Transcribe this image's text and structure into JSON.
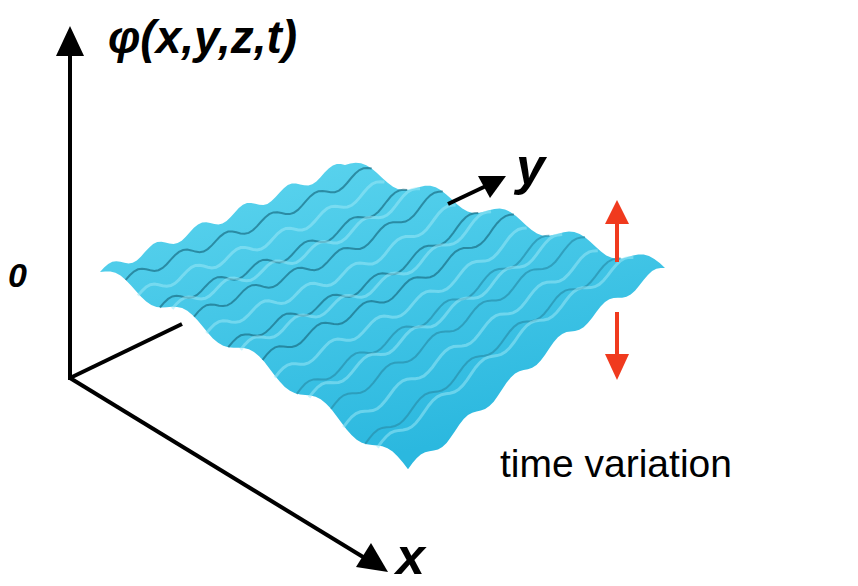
{
  "diagram": {
    "labels": [
      "φ(x,y,z,t)",
      "y",
      "0",
      "time variation",
      "x"
    ]
  }
}
